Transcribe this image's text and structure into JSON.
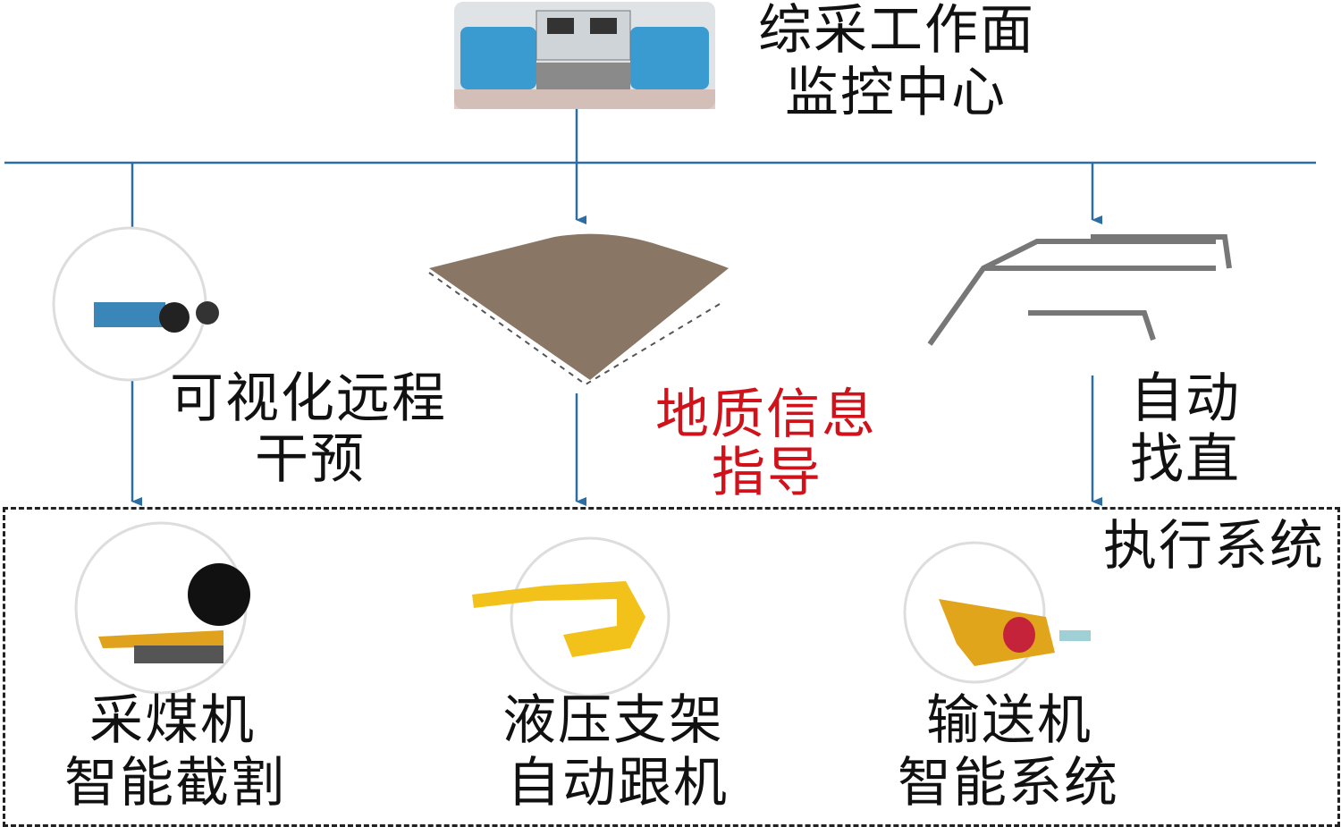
{
  "center": {
    "line1": "综采工作面",
    "line2": "监控中心"
  },
  "guidance": [
    {
      "line1": "可视化远程",
      "line2": "干预"
    },
    {
      "line1": "地质信息",
      "line2": "指导"
    },
    {
      "line1": "自动",
      "line2": "找直"
    }
  ],
  "execution_system": {
    "title": "执行系统",
    "items": [
      {
        "line1": "采煤机",
        "line2": "智能截割"
      },
      {
        "line1": "液压支架",
        "line2": "自动跟机"
      },
      {
        "line1": "输送机",
        "line2": "智能系统"
      }
    ]
  },
  "colors": {
    "line": "#2c6ea3",
    "highlight": "#d0121b"
  }
}
